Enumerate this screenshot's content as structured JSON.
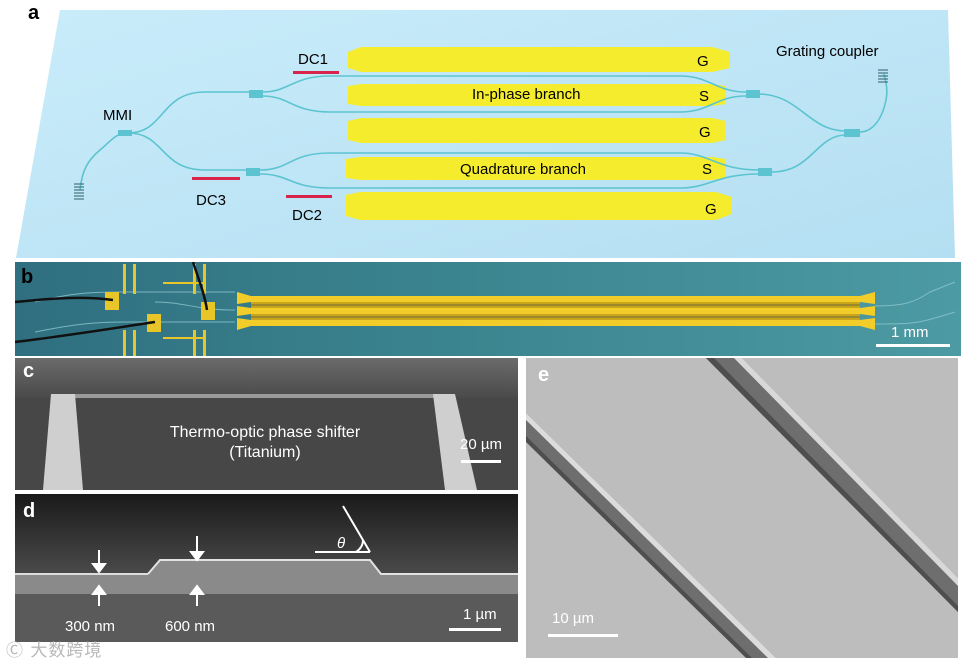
{
  "panel_a": {
    "label": "a",
    "mmi": "MMI",
    "dc1": "DC1",
    "dc2": "DC2",
    "dc3": "DC3",
    "grating_coupler": "Grating coupler",
    "in_phase_branch": "In-phase branch",
    "quadrature_branch": "Quadrature branch",
    "electrodes": [
      "G",
      "S",
      "G",
      "S",
      "G"
    ],
    "colors": {
      "background": "#bfe6f6",
      "electrode": "#f4ec2c",
      "waveguide": "#5cc4d0",
      "dc_marker": "#d8234a"
    }
  },
  "panel_b": {
    "label": "b",
    "scale": "1 mm"
  },
  "panel_c": {
    "label": "c",
    "caption_line1": "Thermo-optic phase shifter",
    "caption_line2": "(Titanium)",
    "scale": "20 µm"
  },
  "panel_d": {
    "label": "d",
    "angle_symbol": "θ",
    "thickness_low": "300 nm",
    "thickness_high": "600 nm",
    "scale": "1 µm"
  },
  "panel_e": {
    "label": "e",
    "scale": "10 µm"
  },
  "watermark": "大数跨境"
}
